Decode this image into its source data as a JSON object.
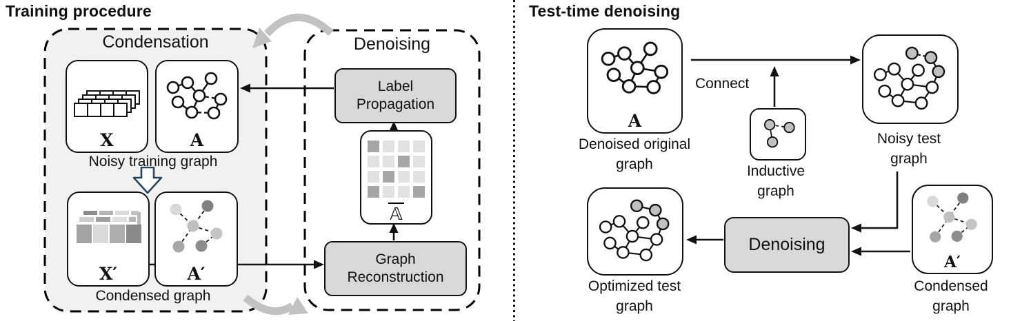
{
  "training_panel": {
    "title": "Training procedure",
    "condensation_label": "Condensation",
    "x_label": "X",
    "a_label": "A",
    "noisy_training_caption": "Noisy training graph",
    "x_prime_label": "X′",
    "a_prime_label": "A′",
    "condensed_caption": "Condensed graph",
    "denoising_zone_label": "Denoising",
    "label_propagation_label": "Label Propagation",
    "matrix_label": "𝔸",
    "graph_reconstruction_label": "Graph Reconstruction",
    "matrix_pattern": [
      [
        "m",
        "l",
        "l",
        "l"
      ],
      [
        "l",
        "l",
        "m",
        "l"
      ],
      [
        "l",
        "m",
        "l",
        "l"
      ],
      [
        "m",
        "l",
        "l",
        "m"
      ]
    ]
  },
  "test_panel": {
    "title": "Test-time denoising",
    "denoised_a_label": "A",
    "denoised_caption": "Denoised original graph",
    "connect_label": "Connect",
    "inductive_caption": "Inductive graph",
    "noisy_test_caption": "Noisy test graph",
    "denoising_box_label": "Denoising",
    "optimized_caption": "Optimized test graph",
    "condensed_a_prime_label": "A′",
    "condensed_caption": "Condensed graph"
  },
  "colors": {
    "process_box_fill": "#d9d9d9",
    "condensation_panel_fill": "#f1f1f1",
    "cycle_arrow_gray": "#c2c2c2",
    "matrix_light": "#e2e2e2",
    "matrix_medium": "#a6a6a6",
    "down_arrow_outline": "#24455c",
    "gray_node_fill": "#c0c0c0"
  }
}
